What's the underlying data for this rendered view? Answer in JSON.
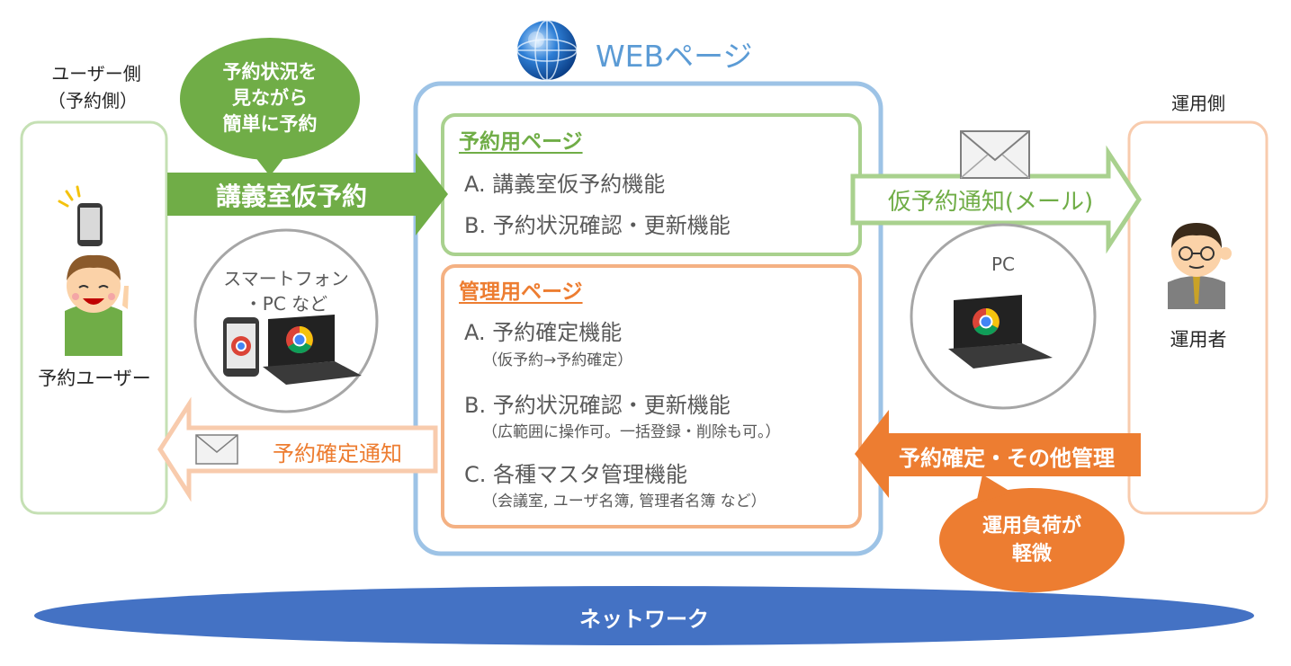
{
  "web": {
    "title": "WEBページ"
  },
  "user_side": {
    "heading_line1": "ユーザー側",
    "heading_line2": "（予約側）",
    "user_label": "予約ユーザー",
    "device_caption_line1": "スマートフォン",
    "device_caption_line2": "・PC など"
  },
  "operator_side": {
    "heading": "運用側",
    "user_label": "運用者",
    "device_caption": "PC"
  },
  "callout_user": {
    "line1": "予約状況を",
    "line2": "見ながら",
    "line3": "簡単に予約"
  },
  "callout_operator": {
    "line1": "運用負荷が",
    "line2": "軽微"
  },
  "arrows": {
    "reserve": "講義室仮予約",
    "notify_mail": "仮予約通知(メール)",
    "confirm_notice": "予約確定通知",
    "manage": "予約確定・その他管理"
  },
  "reservation_page": {
    "title": "予約用ページ",
    "items": [
      "A. 講義室仮予約機能",
      "B. 予約状況確認・更新機能"
    ]
  },
  "admin_page": {
    "title": "管理用ページ",
    "items": [
      {
        "label": "A. 予約確定機能",
        "note": "（仮予約→予約確定）"
      },
      {
        "label": "B. 予約状況確認・更新機能",
        "note": "（広範囲に操作可。一括登録・削除も可。）"
      },
      {
        "label": "C. 各種マスタ管理機能",
        "note": "（会議室, ユーザ名簿, 管理者名簿 など）"
      }
    ]
  },
  "network": {
    "label": "ネットワーク"
  },
  "colors": {
    "web_frame": "#9dc3e6",
    "web_title": "#5b9bd5",
    "green": "#70ad47",
    "green_dark": "#548235",
    "green_light": "#a9d18e",
    "green_side": "#c5e0b4",
    "orange": "#ed7d31",
    "orange_light": "#f4b183",
    "orange_side": "#f8cbad",
    "network": "#4472c4",
    "gray_text": "#595959"
  }
}
